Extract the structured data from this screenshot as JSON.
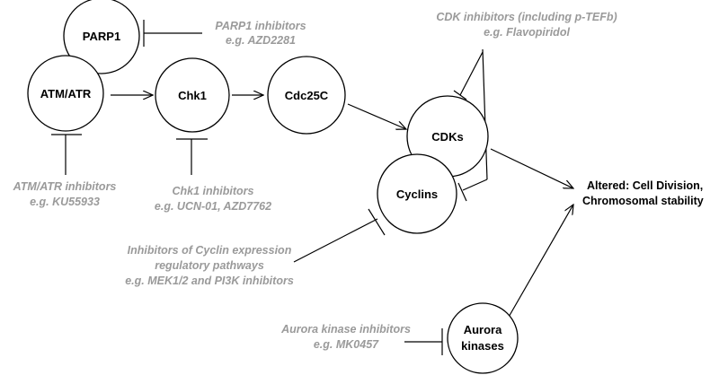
{
  "colors": {
    "node_stroke": "#000000",
    "inhibitor_text": "#9a9a9a",
    "background": "#ffffff"
  },
  "nodes": {
    "parp1": "PARP1",
    "atm_atr": "ATM/ATR",
    "chk1": "Chk1",
    "cdc25c": "Cdc25C",
    "cdks": "CDKs",
    "cyclins": "Cyclins",
    "aurora": [
      "Aurora",
      "kinases"
    ]
  },
  "outcome": [
    "Altered: Cell Division,",
    "Chromosomal stability"
  ],
  "inhibitors": {
    "parp1": [
      "PARP1 inhibitors",
      "e.g. AZD2281"
    ],
    "cdk": [
      "CDK inhibitors (including p-TEFb)",
      "e.g. Flavopiridol"
    ],
    "atm_atr": [
      "ATM/ATR inhibitors",
      "e.g. KU55933"
    ],
    "chk1": [
      "Chk1 inhibitors",
      "e.g. UCN-01, AZD7762"
    ],
    "cyclin": [
      "Inhibitors of Cyclin expression",
      "regulatory pathways",
      "e.g. MEK1/2 and PI3K inhibitors"
    ],
    "aurora": [
      "Aurora kinase inhibitors",
      "e.g. MK0457"
    ]
  }
}
